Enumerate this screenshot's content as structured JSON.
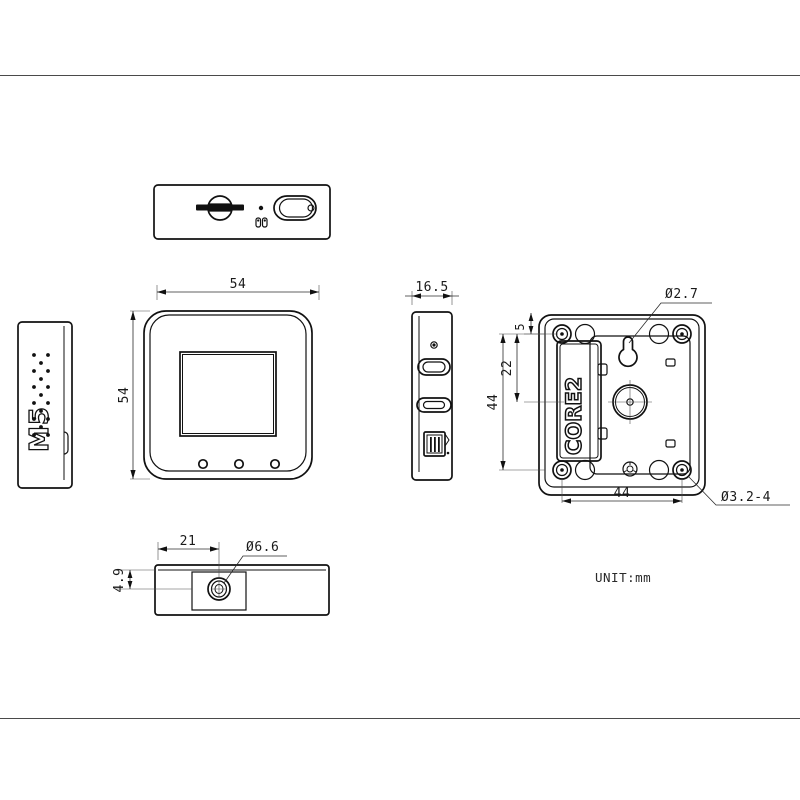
{
  "sheet": {
    "unit_note": "UNIT:mm",
    "border_color": "#4a4a4a",
    "line_color": "#111111",
    "background": "#ffffff"
  },
  "views": {
    "top": {
      "name": "top-view",
      "features": [
        "power-slot",
        "led-dot",
        "dual-pin",
        "speaker-oval"
      ]
    },
    "left": {
      "name": "left-side-view",
      "logo": "M5",
      "features": [
        "speaker-grille-dots"
      ]
    },
    "front": {
      "name": "front-view",
      "features": [
        "lcd-screen",
        "button-a",
        "button-b",
        "button-c"
      ]
    },
    "right": {
      "name": "right-side-view",
      "features": [
        "led-dot",
        "reset-button",
        "usb-c-port",
        "grove-connector"
      ]
    },
    "back": {
      "name": "back-view",
      "label": "CORE2",
      "features": [
        "keyhole-slot",
        "vibration-motor",
        "corner-screws",
        "magnet-pads"
      ]
    },
    "bottom": {
      "name": "bottom-view",
      "features": [
        "tripod-screw-hole"
      ]
    }
  },
  "dimensions": {
    "front_width": "54",
    "front_height": "54",
    "side_thickness": "16.5",
    "back_offset_top": "5",
    "back_hole_pitch_v": "22",
    "back_height": "44",
    "back_width": "44",
    "bottom_offset_x": "21",
    "bottom_offset_y": "4.9",
    "hole_dia_screw_top": "Ø2.7",
    "hole_dia_corner": "Ø3.2-4",
    "hole_dia_tripod": "Ø6.6"
  }
}
